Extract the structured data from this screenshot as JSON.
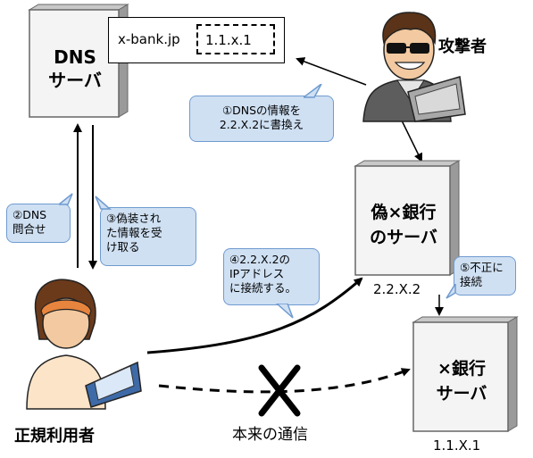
{
  "dns_server": {
    "line1": "DNS",
    "line2": "サーバ"
  },
  "dns_record": {
    "domain": "x-bank.jp",
    "ip": "1.1.x.1"
  },
  "attacker": {
    "label": "攻撃者"
  },
  "user": {
    "label": "正規利用者"
  },
  "fake_server": {
    "line1": "偽×銀行",
    "line2": "のサーバ",
    "ip": "2.2.X.2"
  },
  "real_server": {
    "line1": "×銀行",
    "line2": "サーバ",
    "ip": "1.1.X.1"
  },
  "steps": {
    "step1": {
      "line1": "①DNSの情報を",
      "line2": "2.2.X.2に書換え"
    },
    "step2": {
      "line1": "②DNS",
      "line2": "問合せ"
    },
    "step3": {
      "line1": "③偽装され",
      "line2": "た情報を受",
      "line3": "け取る"
    },
    "step4": {
      "line1": "④2.2.X.2の",
      "line2": "IPアドレス",
      "line3": "に接続する。"
    },
    "step5": {
      "line1": "⑤不正に",
      "line2": "接続"
    }
  },
  "normal_route": {
    "label": "本来の通信"
  },
  "colors": {
    "bubble_fill": "#cfe0f3",
    "bubble_border": "#6f9bd0",
    "server_face": "#f4f4f4",
    "server_side": "#9a9a9a"
  }
}
